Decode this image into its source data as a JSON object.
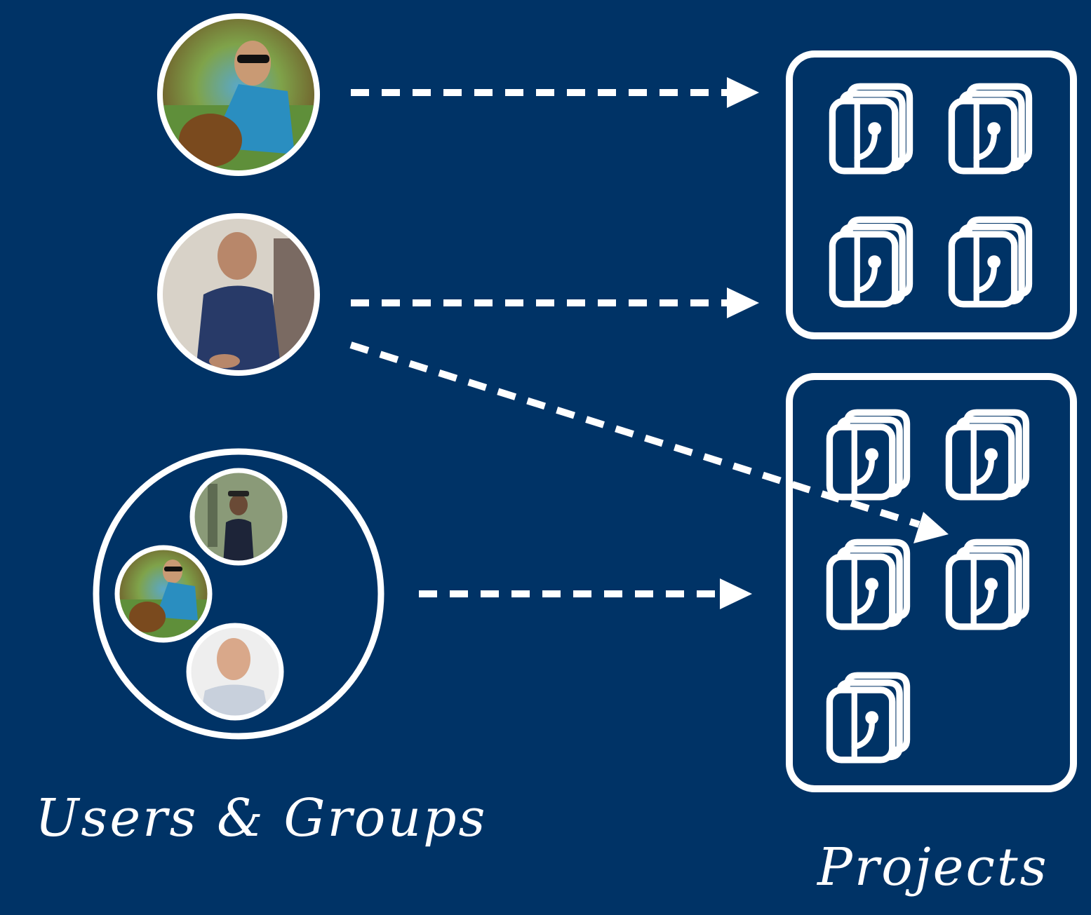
{
  "labels": {
    "users_groups": "Users & Groups",
    "projects": "Projects"
  },
  "colors": {
    "background": "#003366",
    "foreground": "#ffffff"
  },
  "users": [
    {
      "name": "user-1-avatar",
      "description_icon": "person-photo"
    },
    {
      "name": "user-2-avatar",
      "description_icon": "person-photo"
    }
  ],
  "group": {
    "members": [
      "group-member-1-avatar",
      "group-member-2-avatar",
      "group-member-3-avatar"
    ]
  },
  "project_groups": [
    {
      "name": "project-group-1",
      "project_count": 4
    },
    {
      "name": "project-group-2",
      "project_count": 5
    }
  ],
  "connections": [
    {
      "from": "user-1-avatar",
      "to": "project-group-1"
    },
    {
      "from": "user-2-avatar",
      "to": "project-group-1"
    },
    {
      "from": "user-2-avatar",
      "to": "project-group-2"
    },
    {
      "from": "group",
      "to": "project-group-2"
    }
  ],
  "icons": {
    "project": "project-icon",
    "arrow": "dashed-arrow"
  }
}
